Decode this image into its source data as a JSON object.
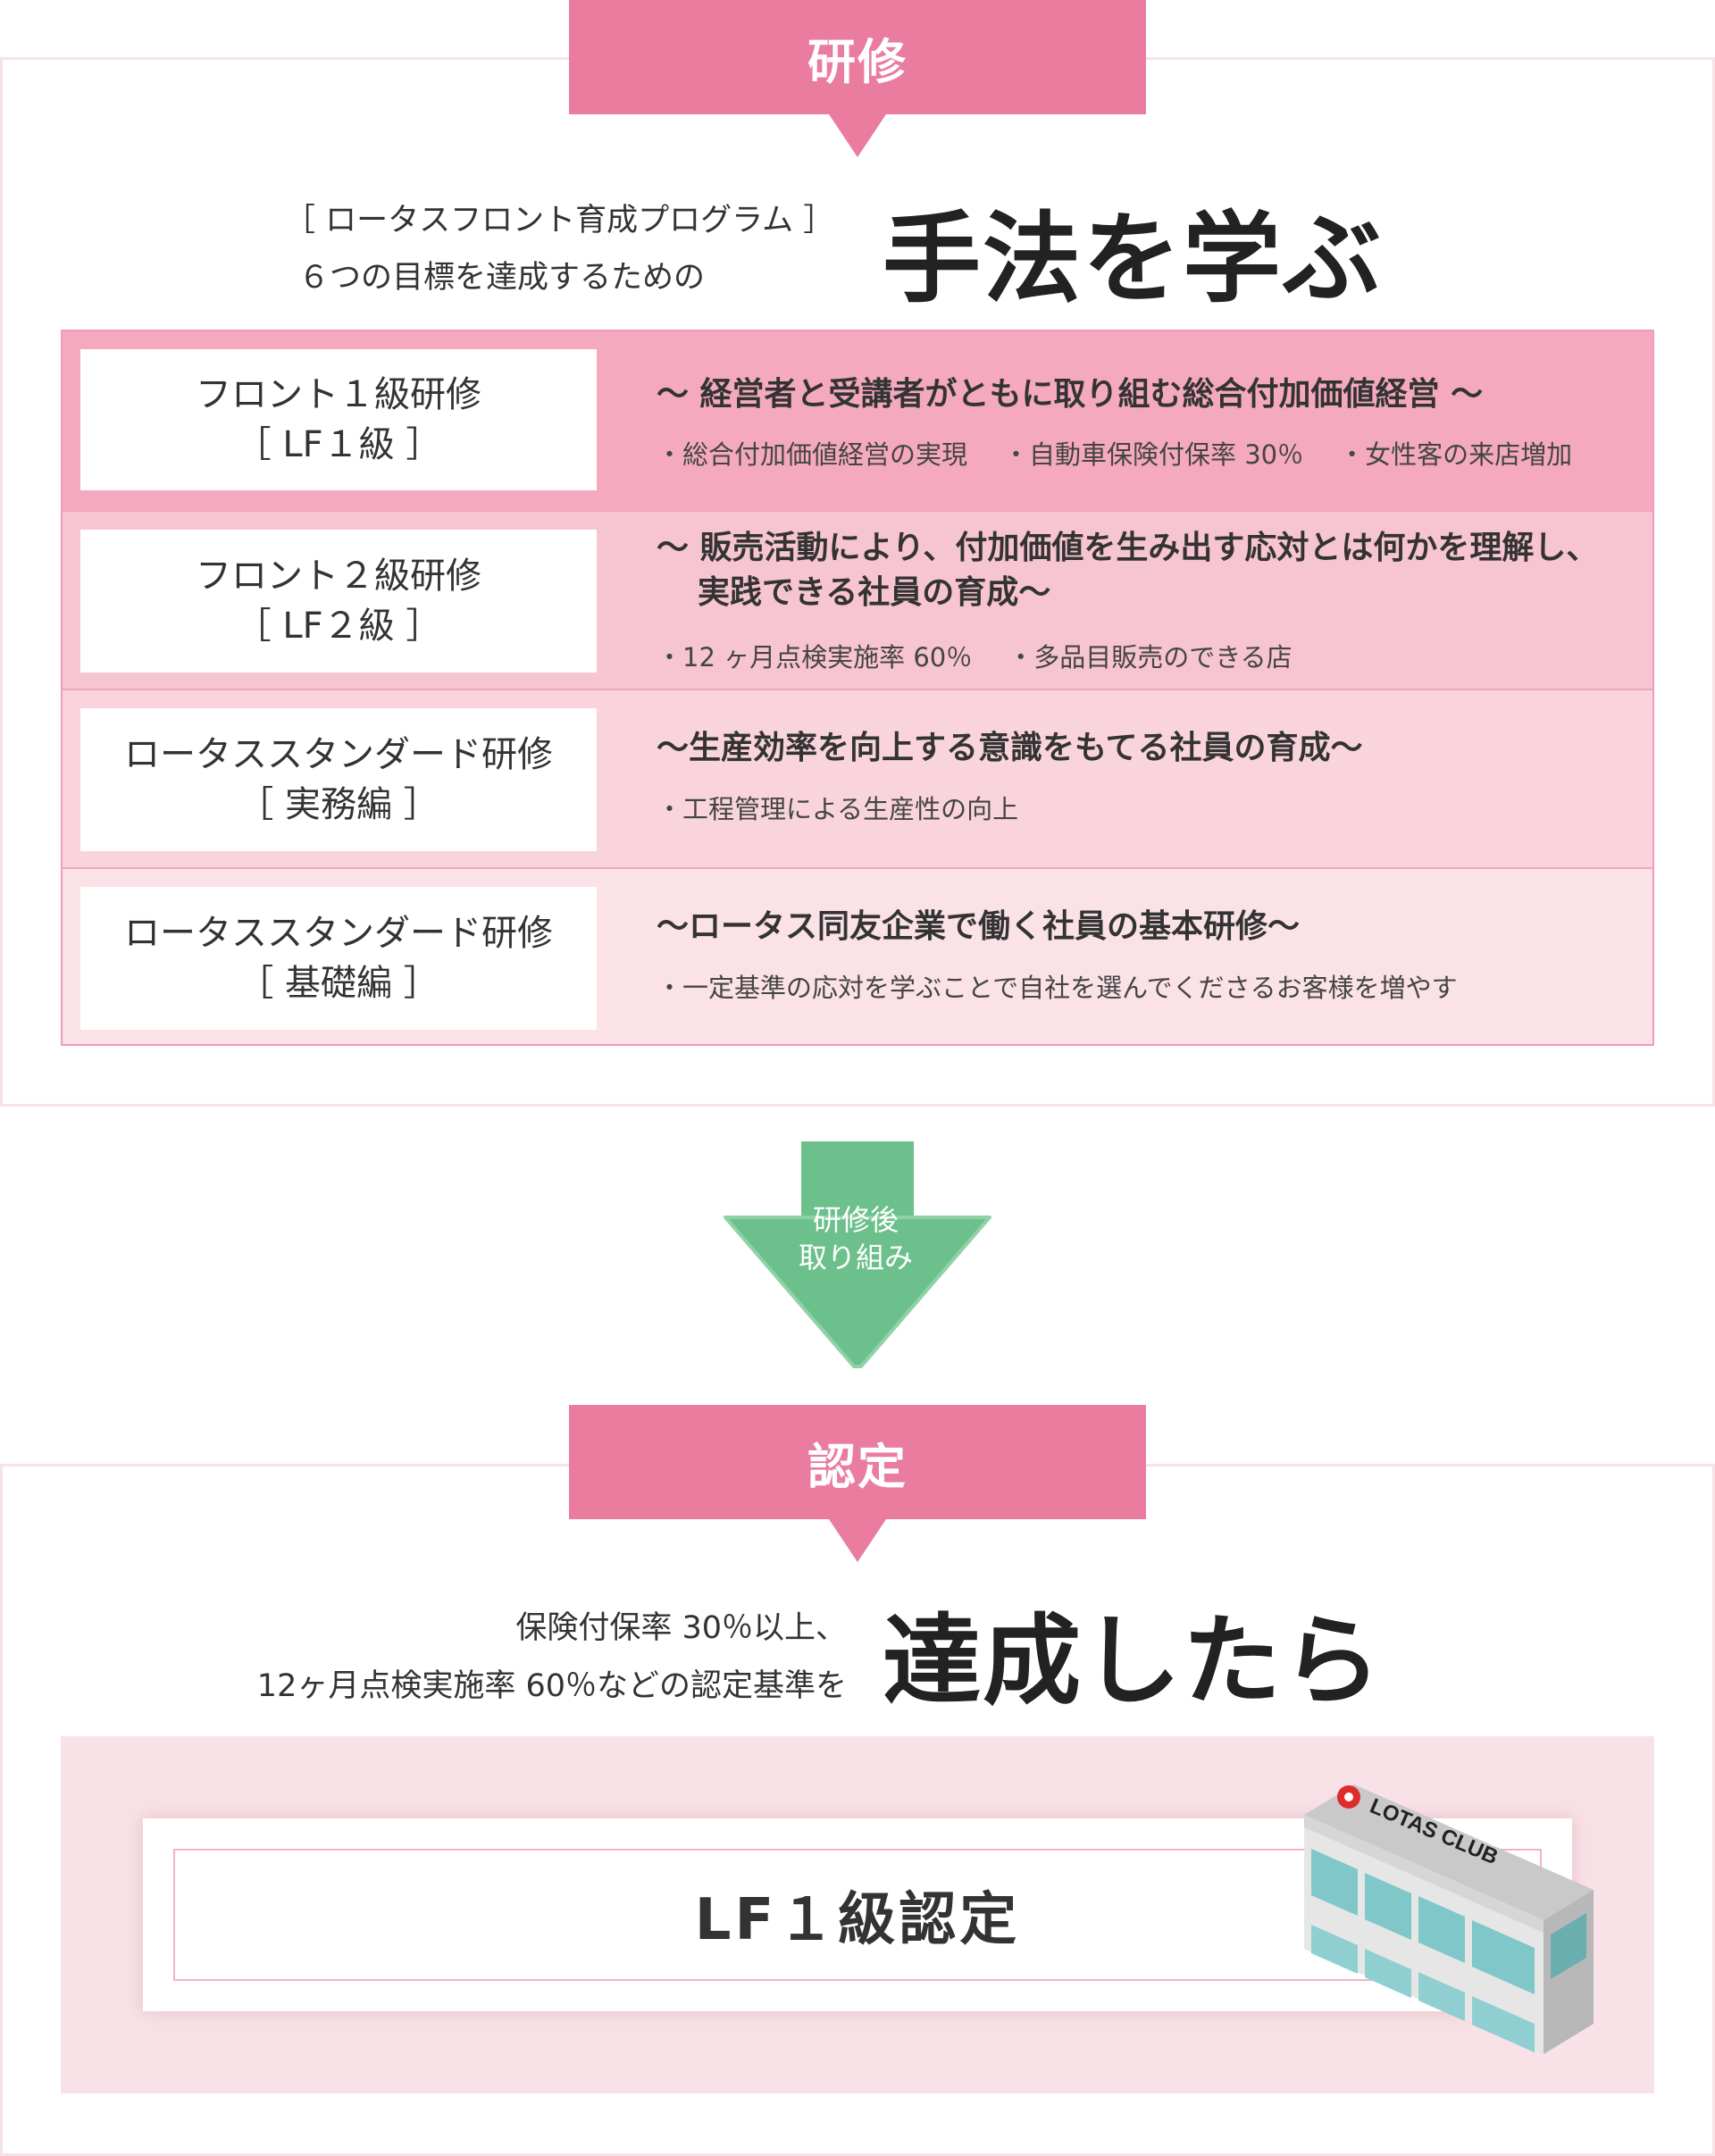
{
  "training": {
    "tab_label": "研修",
    "intro_line1": "［ ロータスフロント育成プログラム ］",
    "intro_line2": "６つの目標を達成するための",
    "headline": "手法を学ぶ",
    "courses": [
      {
        "name": "フロント１級研修",
        "sub": "［ LF１級 ］",
        "goal_line1": "〜 経営者と受講者がともに取り組む総合付加価値経営 〜",
        "goal_line2": "",
        "points": [
          "・総合付加価値経営の実現",
          "・自動車保険付保率 30％",
          "・女性客の来店増加"
        ]
      },
      {
        "name": "フロント２級研修",
        "sub": "［ LF２級 ］",
        "goal_line1": "〜 販売活動により、付加価値を生み出す応対とは何かを理解し、",
        "goal_line2": "実践できる社員の育成〜",
        "points": [
          "・12 ヶ月点検実施率 60％",
          "・多品目販売のできる店"
        ]
      },
      {
        "name": "ロータススタンダード研修",
        "sub": "［ 実務編 ］",
        "goal_line1": "〜生産効率を向上する意識をもてる社員の育成〜",
        "goal_line2": "",
        "points": [
          "・工程管理による生産性の向上"
        ]
      },
      {
        "name": "ロータススタンダード研修",
        "sub": "［ 基礎編 ］",
        "goal_line1": "〜ロータス同友企業で働く社員の基本研修〜",
        "goal_line2": "",
        "points": [
          "・一定基準の応対を学ぶことで自社を選んでくださるお客様を増やす"
        ]
      }
    ],
    "row_colors": [
      "#f4a9be",
      "#f7c4d1",
      "#f9d4dc",
      "#fbe2e7"
    ]
  },
  "transition": {
    "line1": "研修後",
    "line2": "取り組み",
    "color": "#6cc08b"
  },
  "certification": {
    "tab_label": "認定",
    "intro_line1": "保険付保率 30％以上、",
    "intro_line2": "12ヶ月点検実施率 60％などの認定基準を",
    "headline": "達成したら",
    "cert_label": "LF１級認定",
    "building_sign": "LOTAS CLUB"
  },
  "colors": {
    "accent": "#e97c9f",
    "border": "#f6e3e8"
  }
}
